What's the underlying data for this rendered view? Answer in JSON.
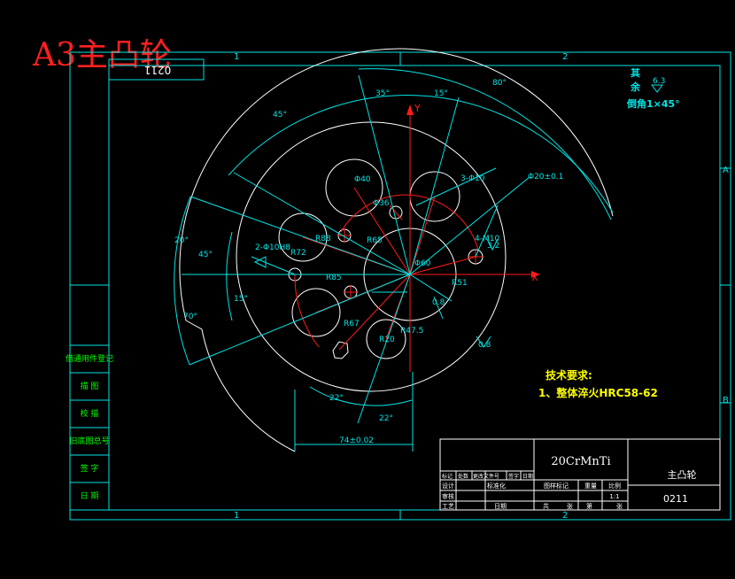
{
  "header": {
    "title": "A3主凸轮"
  },
  "colors": {
    "bg": "#000000",
    "cyan": "#00e5e5",
    "white": "#ffffff",
    "red": "#ff1a1a",
    "green": "#00ff00",
    "yellow": "#ffff00",
    "title_red": "#ff2020"
  },
  "frame": {
    "top_zones": [
      "1",
      "2"
    ],
    "bottom_zones": [
      "1",
      "2"
    ],
    "right_zones": [
      "A",
      "B"
    ]
  },
  "corner_box": {
    "code": "0211"
  },
  "axes": {
    "x": "X",
    "y": "Y"
  },
  "dimensions": {
    "a35": "35°",
    "a15": "15°",
    "a80": "80°",
    "a45": "45°",
    "a20": "20°",
    "a45b": "45°",
    "a70": "70°",
    "a15b": "15°",
    "a22a": "22°",
    "a22b": "22°",
    "d40": "Φ40",
    "d36": "Φ36",
    "r65": "R65",
    "r88": "R88",
    "r72": "R72",
    "r85": "R85",
    "r67": "R67",
    "r51": "R51",
    "r20": "R20",
    "r47": "R47.5",
    "d60": "Φ60",
    "h3": "3-Φ10",
    "m10": "4-M10",
    "h2": "2-Φ10H8",
    "d20": "Φ20±0.1",
    "r08": "0.8",
    "w74": "74±0.02",
    "f32": "3.2",
    "f08": "0.8"
  },
  "notes": {
    "rough_label_top": "其",
    "rough_label_bottom": "余",
    "rough_value": "6.3",
    "chamfer": "倒角1×45°",
    "tech_title": "技术要求:",
    "tech_item": "1、整体淬火HRC58-62"
  },
  "left_table": [
    "借通用件登记",
    "描  图",
    "校  描",
    "旧底图总号",
    "签  字",
    "日  期"
  ],
  "title_block": {
    "material": "20CrMnTi",
    "part_name": "主凸轮",
    "drawing_no": "0211",
    "cols_labels": [
      "图样标记",
      "重量",
      "比例"
    ],
    "scale": "1:1",
    "sheet_a": "共",
    "sheet_b": "张",
    "sheet_c": "第",
    "sheet_d": "张",
    "left_rows": [
      "标记",
      "处数",
      "更改文件号",
      "签字",
      "日期"
    ],
    "left_row2": [
      "设计",
      "标准化"
    ],
    "left_row3": [
      "审核",
      "工艺",
      "日期"
    ]
  }
}
